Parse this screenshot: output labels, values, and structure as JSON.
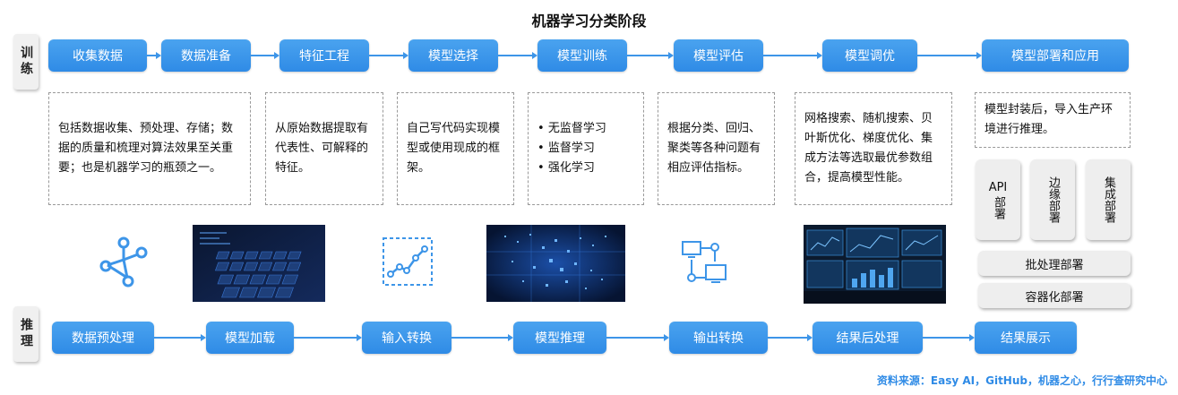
{
  "title": "机器学习分类阶段",
  "train_label": "训练",
  "infer_label": "推理",
  "train_steps": [
    "收集数据",
    "数据准备",
    "特征工程",
    "模型选择",
    "模型训练",
    "模型评估",
    "模型调优",
    "模型部署和应用"
  ],
  "descriptions": {
    "collect": "包括数据收集、预处理、存储；数据的质量和梳理对算法效果至关重要；也是机器学习的瓶颈之一。",
    "feature": "从原始数据提取有代表性、可解释的特征。",
    "select": "自己写代码实现模型或使用现成的框架。",
    "train_items": [
      "无监督学习",
      "监督学习",
      "强化学习"
    ],
    "eval": "根据分类、回归、聚类等各种问题有相应评估指标。",
    "tune": "网格搜索、随机搜索、贝叶斯优化、梯度优化、集成方法等选取最优参数组合，提高模型性能。",
    "deploy": "模型封装后，导入生产环境进行推理。"
  },
  "deploy_options": {
    "api_line1": "API",
    "api_line2": "部署",
    "edge": "边缘部署",
    "cluster": "集成部署",
    "batch": "批处理部署",
    "container": "容器化部署"
  },
  "infer_steps": [
    "数据预处理",
    "模型加载",
    "输入转换",
    "模型推理",
    "输出转换",
    "结果后处理",
    "结果展示"
  ],
  "icons": [
    "network-graph-icon",
    "keyboard-image",
    "line-chart-icon",
    "digital-matrix-image",
    "flowchart-icon",
    "dashboard-image"
  ],
  "colors": {
    "accent": "#2f8be6",
    "accent_light": "#4aa3ef",
    "arrow": "#3d95e8"
  },
  "source": "资料来源：Easy AI，GitHub，机器之心，行行查研究中心"
}
